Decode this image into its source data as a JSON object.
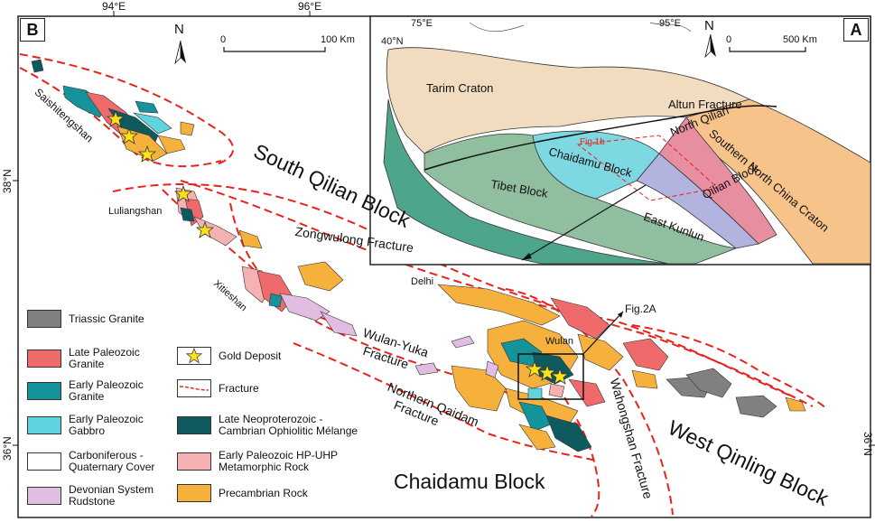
{
  "panels": {
    "main": "B",
    "inset": "A"
  },
  "coords": {
    "top": [
      "94°E",
      "96°E"
    ],
    "left": [
      "38°N",
      "36°N"
    ],
    "right": [
      "36°N"
    ],
    "inset_top": [
      "75°E",
      "95°E"
    ],
    "inset_left": [
      "40°N"
    ]
  },
  "north": "N",
  "scale_main": {
    "zero": "0",
    "end": "100 Km"
  },
  "scale_inset": {
    "zero": "0",
    "end": "500 Km"
  },
  "blocks": {
    "south_qilian": "South Qilian Block",
    "chaidamu": "Chaidamu Block",
    "west_qinling": "West Qinling Block"
  },
  "faults": {
    "zongwulong": "Zongwulong Fracture",
    "wulan_yuka": "Wulan-Yuka",
    "wulan_yuka_2": "Fracture",
    "n_qaidam": "Northern Qaidam",
    "n_qaidam_2": "Fracture",
    "wahongshan": "Wahongshan Fracture"
  },
  "places": {
    "saishitengshan": "Saishitengshan",
    "luliangshan": "Luliangshan",
    "xitieshan": "Xitieshan",
    "delhi": "Delhi",
    "wulan": "Wulan",
    "fig2a": "Fig.2A"
  },
  "inset": {
    "tarim": "Tarim Craton",
    "altun": "Altun Fracture",
    "snc": "Southern North China Craton",
    "nqilian": "North Qilian",
    "chaidamu": "Chaidamu Block",
    "qilian": "Qilian Block",
    "tibet": "Tibet Block",
    "ekunlun": "East Kunlun",
    "fig1b": "Fig.1b"
  },
  "legend": [
    {
      "label": "Triassic Granite",
      "color": "#808080"
    },
    {
      "label": "Late Paleozoic Granite",
      "color": "#ef6b6b"
    },
    {
      "label": "Early Paleozoic Granite",
      "color": "#14939b"
    },
    {
      "label": "Early Paleozoic Gabbro",
      "color": "#5fd3de"
    },
    {
      "label": "Carboniferous - Quaternary Cover",
      "color": "#ffffff"
    },
    {
      "label": "Devonian System Rudstone",
      "color": "#e2bde2"
    },
    {
      "label": "Gold Deposit",
      "color": "#ffe11a"
    },
    {
      "label": "Fracture",
      "color": "#e8221c"
    },
    {
      "label": "Late Neoproterozoic - Cambrian Ophiolitic Mélange",
      "color": "#0f5a5f"
    },
    {
      "label": "Early Paleozoic HP-UHP Metamorphic Rock",
      "color": "#f6b2b2"
    },
    {
      "label": "Precambrian Rock",
      "color": "#f6b13c"
    }
  ],
  "colors": {
    "fracture": "#e8221c",
    "precambrian": "#f6b13c",
    "tarim": "#f1dcc0",
    "tibet": "#4da58b",
    "kunlun": "#8fbf9f",
    "qilian": "#b3b3e0",
    "nqilian": "#e78fa0",
    "chaidamu_inset": "#7ed8e1",
    "snc": "#f6c48a"
  }
}
